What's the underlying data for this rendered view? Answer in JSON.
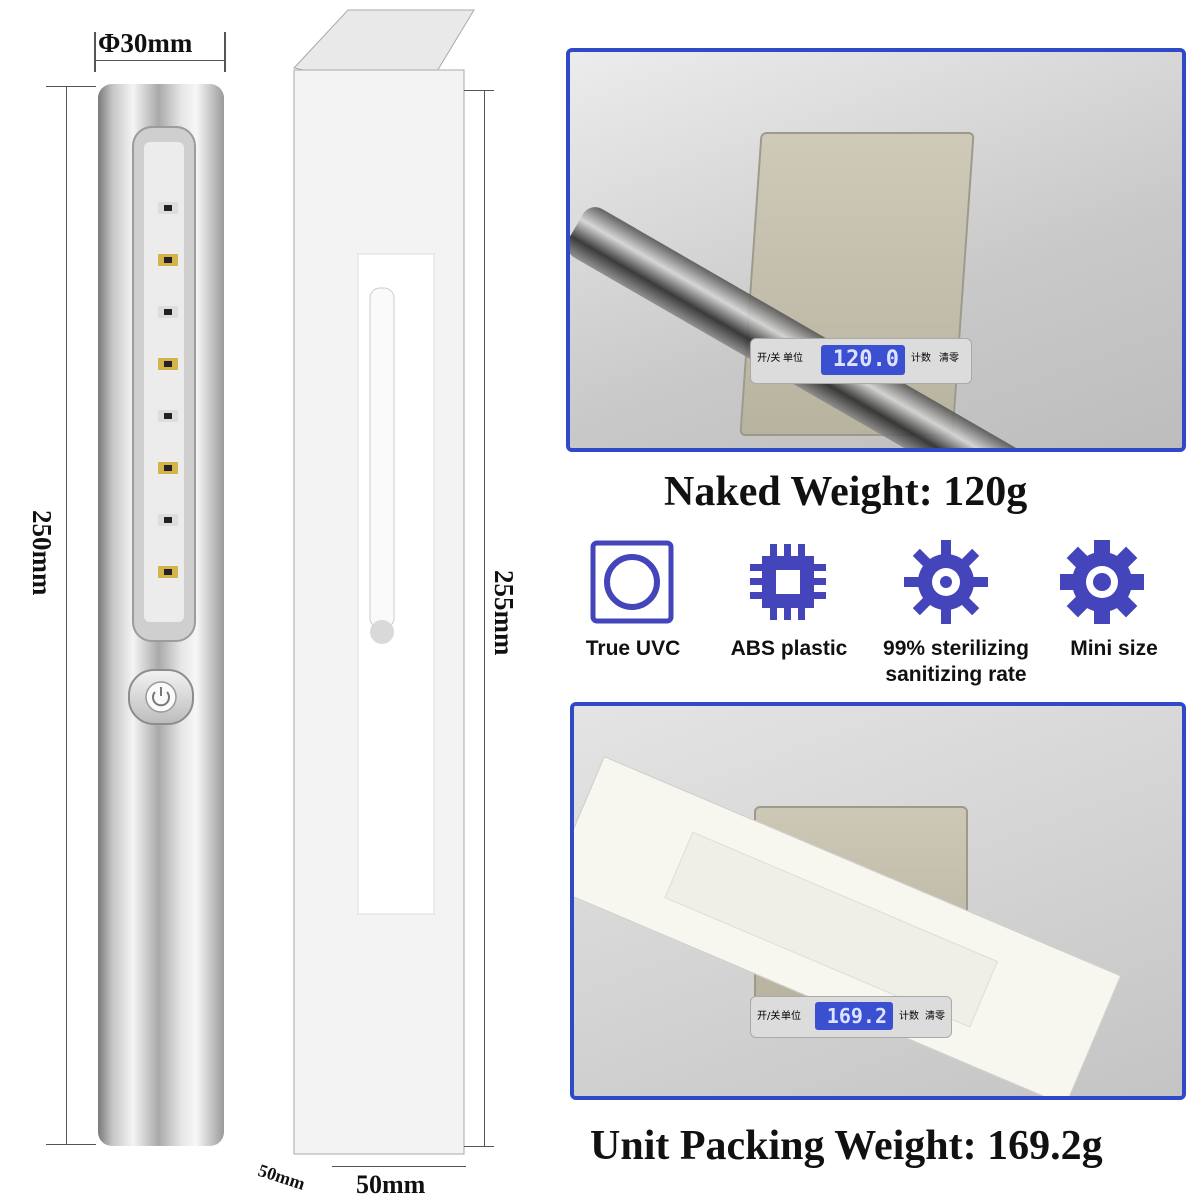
{
  "dimensions": {
    "wand_diameter": "Φ30mm",
    "wand_length": "250mm",
    "box_length": "255mm",
    "box_depth": "50mm",
    "box_width": "50mm"
  },
  "photos": {
    "naked": {
      "scale_reading": "120.0",
      "scale_buttons": [
        "开/关",
        "单位",
        "计数",
        "清零"
      ]
    },
    "packing": {
      "scale_reading": "169.2",
      "scale_buttons": [
        "开/关",
        "单位",
        "计数",
        "清零"
      ]
    }
  },
  "captions": {
    "naked_weight": "Naked Weight:  120g",
    "packing_weight": "Unit Packing Weight: 169.2g"
  },
  "features": [
    {
      "icon": "square-circle-icon",
      "label": "True UVC"
    },
    {
      "icon": "chip-icon",
      "label": "ABS plastic"
    },
    {
      "icon": "gear-icon",
      "label": "99% sterilizing sanitizing rate"
    },
    {
      "icon": "cog-icon",
      "label": "Mini size"
    }
  ],
  "colors": {
    "accent": "#4444bb",
    "frame": "#2f49c9"
  }
}
